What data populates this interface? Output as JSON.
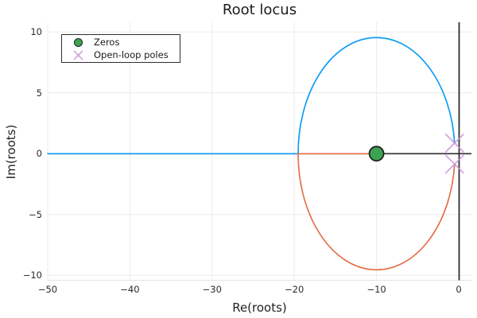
{
  "title": "Root locus",
  "legend": {
    "items": [
      {
        "label": "Zeros",
        "marker": "circle",
        "color": "#3ba350"
      },
      {
        "label": "Open-loop poles",
        "marker": "x",
        "color": "#c98fd6"
      }
    ]
  },
  "colors": {
    "branch1": "#119df5",
    "branch2": "#e4714b",
    "zero_fill": "#3ba350",
    "zero_stroke": "#222222",
    "pole": "#c98fd6",
    "axis_line": "#2f2f2f",
    "grid": "#ececec",
    "spine": "#e3e3e3",
    "text": "#1f1f1f"
  },
  "chart_data": {
    "type": "line",
    "title": "Root locus",
    "xlabel": "Re(roots)",
    "ylabel": "Im(roots)",
    "xlim": [
      -50,
      1.55
    ],
    "ylim": [
      -10.4,
      10.8
    ],
    "x_ticks": [
      {
        "v": -50,
        "label": "−50"
      },
      {
        "v": -40,
        "label": "−40"
      },
      {
        "v": -30,
        "label": "−30"
      },
      {
        "v": -20,
        "label": "−20"
      },
      {
        "v": -10,
        "label": "−10"
      },
      {
        "v": 0,
        "label": "0"
      }
    ],
    "y_ticks": [
      {
        "v": 10,
        "label": "10"
      },
      {
        "v": 5,
        "label": "5"
      },
      {
        "v": 0,
        "label": "0"
      },
      {
        "v": -5,
        "label": "−5"
      },
      {
        "v": -10,
        "label": "−10"
      }
    ],
    "grid": true,
    "legend_position": "top-left",
    "zeros": [
      [
        -10,
        0
      ]
    ],
    "poles": [
      [
        -0.5,
        0.866
      ],
      [
        -0.5,
        -0.866
      ]
    ],
    "locus_circle": {
      "center": [
        -10,
        0
      ],
      "radius": 9.54
    },
    "breakin_point": [
      -19.54,
      0
    ],
    "series": [
      {
        "name": "branch-1",
        "color": "#119df5",
        "arc": {
          "from": [
            -0.5,
            0.866
          ],
          "to": [
            -19.54,
            0
          ],
          "center": [
            -10,
            0
          ],
          "radius": 9.54,
          "sweep": 0
        },
        "tail": [
          [
            -50,
            0
          ]
        ],
        "points": [
          [
            -0.5,
            0.866
          ],
          [
            -0.79,
            2.47
          ],
          [
            -1.74,
            4.77
          ],
          [
            -3.25,
            6.75
          ],
          [
            -5.23,
            8.26
          ],
          [
            -7.53,
            9.21
          ],
          [
            -10,
            9.54
          ],
          [
            -12.47,
            9.21
          ],
          [
            -14.77,
            8.26
          ],
          [
            -16.75,
            6.75
          ],
          [
            -18.26,
            4.77
          ],
          [
            -19.21,
            2.47
          ],
          [
            -19.54,
            0
          ],
          [
            -25,
            0
          ],
          [
            -30,
            0
          ],
          [
            -40,
            0
          ],
          [
            -50,
            0
          ]
        ]
      },
      {
        "name": "branch-2",
        "color": "#e4714b",
        "arc": {
          "from": [
            -0.5,
            -0.866
          ],
          "to": [
            -19.54,
            0
          ],
          "center": [
            -10,
            0
          ],
          "radius": 9.54,
          "sweep": 1
        },
        "tail": [
          [
            -10,
            0
          ]
        ],
        "points": [
          [
            -0.5,
            -0.866
          ],
          [
            -0.79,
            -2.47
          ],
          [
            -1.74,
            -4.77
          ],
          [
            -3.25,
            -6.75
          ],
          [
            -5.23,
            -8.26
          ],
          [
            -7.53,
            -9.21
          ],
          [
            -10,
            -9.54
          ],
          [
            -12.47,
            -9.21
          ],
          [
            -14.77,
            -8.26
          ],
          [
            -16.75,
            -6.75
          ],
          [
            -18.26,
            -4.77
          ],
          [
            -19.21,
            -2.47
          ],
          [
            -19.54,
            0
          ],
          [
            -10,
            0
          ]
        ]
      }
    ]
  }
}
